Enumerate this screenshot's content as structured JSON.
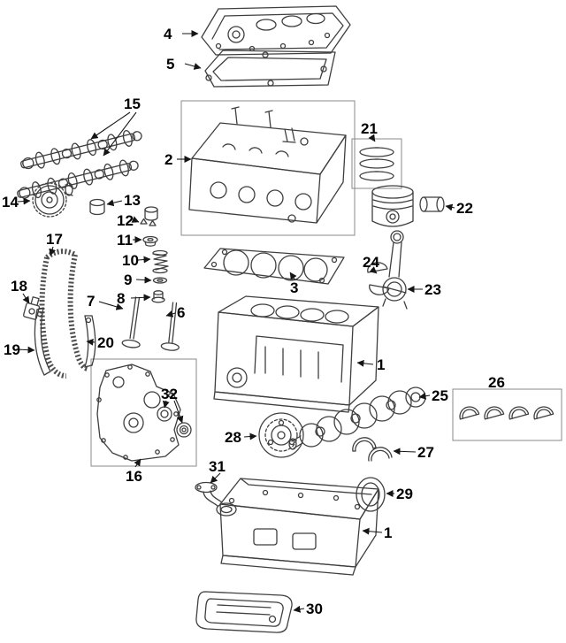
{
  "diagram": {
    "background": "#ffffff",
    "line_color": "#3f3f3f",
    "label_color": "#000000",
    "callouts": {
      "valve_cover": "4",
      "valve_cover_gasket": "5",
      "camshafts": "15",
      "cylinder_head": "2",
      "piston_ring_set": "21",
      "camshaft_sprocket": "14",
      "tappet": "13",
      "piston": "22",
      "valve_keeper": "12",
      "spring_retainer": "11",
      "rod_bearing": "24",
      "valve_spring": "10",
      "connecting_rod": "23",
      "spring_seat": "9",
      "timing_chain": "17",
      "head_gasket": "3",
      "valve_seal": "8",
      "chain_tensioner": "18",
      "valve_front": "7",
      "valve_rear": "6",
      "chain_guide_front": "19",
      "chain_guide_rear": "20",
      "engine_block": "1",
      "main_bearing_set": "26",
      "crankshaft": "25",
      "oil_pump_rotors": "32",
      "crank_pulley": "28",
      "thrust_washers": "27",
      "timing_cover": "16",
      "oil_pickup": "31",
      "rear_main_seal": "29",
      "upper_oil_pan": "1",
      "lower_oil_pan": "30"
    }
  }
}
